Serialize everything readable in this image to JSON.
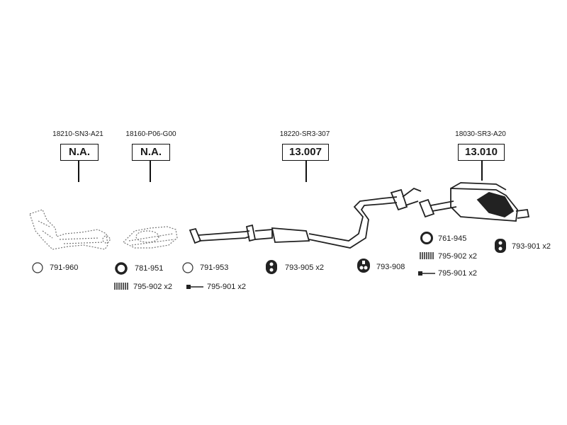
{
  "groups": [
    {
      "part_no": "18210-SN3-A21",
      "price": "N.A."
    },
    {
      "part_no": "18160-P06-G00",
      "price": "N.A."
    },
    {
      "part_no": "18220-SR3-307",
      "price": "13.007"
    },
    {
      "part_no": "18030-SR3-A20",
      "price": "13.010"
    }
  ],
  "parts": [
    {
      "code": "791-960",
      "icon": "ring-gasket-icon"
    },
    {
      "code": "781-951",
      "icon": "thick-ring-gasket-icon"
    },
    {
      "code": "791-953",
      "icon": "ring-gasket-icon"
    },
    {
      "code": "793-905 x2",
      "icon": "rubber-hanger-icon"
    },
    {
      "code": "793-908",
      "icon": "rubber-hanger-icon"
    },
    {
      "code": "795-902 x2",
      "icon": "spring-icon"
    },
    {
      "code": "795-901 x2",
      "icon": "bolt-icon"
    },
    {
      "code": "761-945",
      "icon": "thick-ring-gasket-icon"
    },
    {
      "code": "795-902 x2",
      "icon": "spring-icon"
    },
    {
      "code": "795-901 x2",
      "icon": "bolt-icon"
    },
    {
      "code": "793-901 x2",
      "icon": "rubber-hanger-icon"
    }
  ]
}
